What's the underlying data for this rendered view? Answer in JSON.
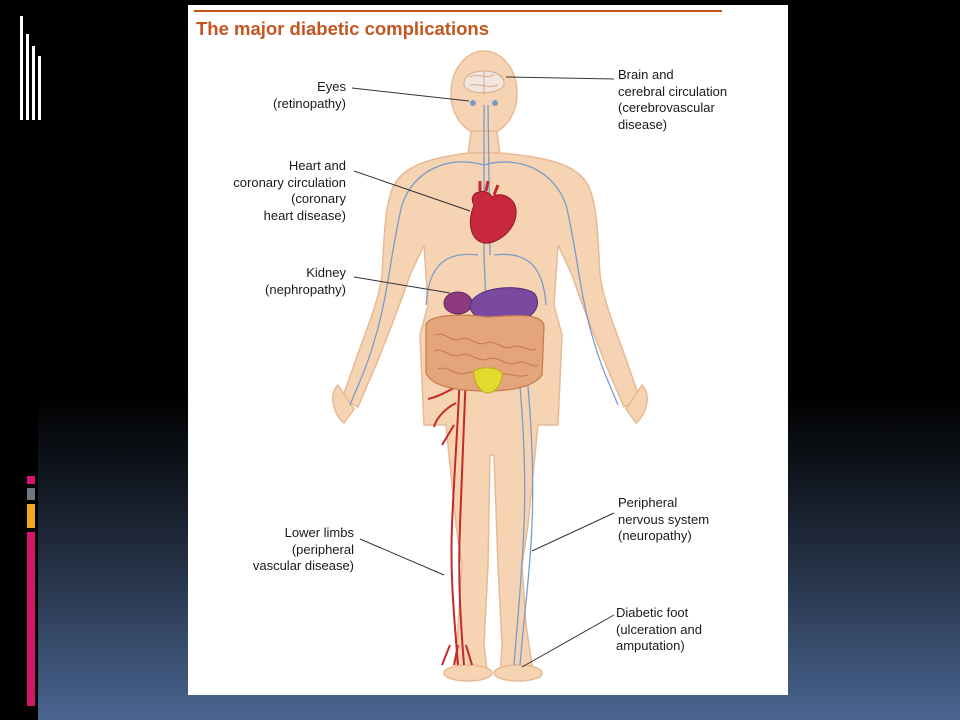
{
  "title": "The major diabetic complications",
  "labels": {
    "eyes": [
      "Eyes",
      "(retinopathy)"
    ],
    "brain": [
      "Brain and",
      "cerebral circulation",
      "(cerebrovascular",
      "disease)"
    ],
    "heart": [
      "Heart and",
      "coronary circulation",
      "(coronary",
      "heart disease)"
    ],
    "kidney": [
      "Kidney",
      "(nephropathy)"
    ],
    "lower_limbs": [
      "Lower limbs",
      "(peripheral",
      "vascular disease)"
    ],
    "nerves": [
      "Peripheral",
      "nervous system",
      "(neuropathy)"
    ],
    "foot": [
      "Diabetic foot",
      "(ulceration and",
      "amputation)"
    ]
  },
  "colors": {
    "title": "#c4551f",
    "skin": "#f6d3b3",
    "skin_edge": "#e9b994",
    "vessel_blue": "#7a9cc9",
    "artery_red": "#c42a2a",
    "heart": "#c8283c",
    "kidney": "#8d3a7e",
    "stomach": "#7b4aa0",
    "intestine": "#e4a57a",
    "bladder": "#e3d92f"
  }
}
